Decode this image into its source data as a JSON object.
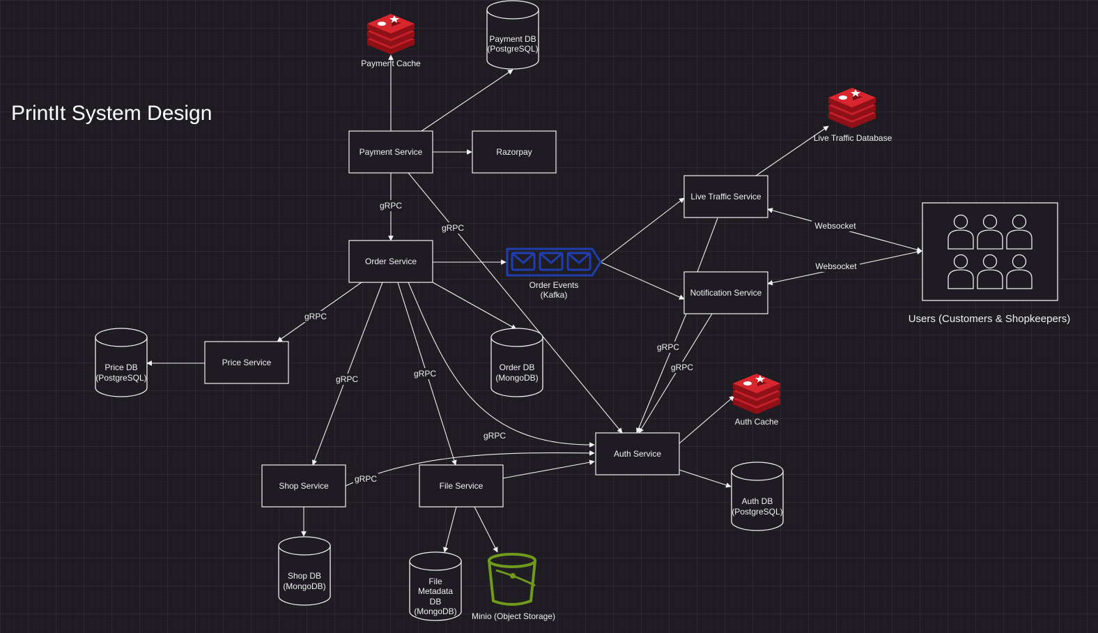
{
  "title": "PrintIt System Design",
  "colors": {
    "background": "#1e1b22",
    "line": "#f2f2f2",
    "redis": "#c8202a",
    "kafka": "#1f3fb0",
    "minio": "#6f9a1c"
  },
  "services": {
    "payment": "Payment Service",
    "razorpay": "Razorpay",
    "order": "Order Service",
    "price": "Price Service",
    "shop": "Shop Service",
    "file": "File Service",
    "auth": "Auth Service",
    "live_traffic": "Live Traffic Service",
    "notification": "Notification Service"
  },
  "databases": {
    "payment_db": [
      "Payment DB",
      "(PostgreSQL)"
    ],
    "price_db": [
      "Price DB",
      "(PostgreSQL)"
    ],
    "order_db": [
      "Order DB",
      "(MongoDB)"
    ],
    "shop_db": [
      "Shop DB",
      "(MongoDB)"
    ],
    "file_db": [
      "File",
      "Metadata",
      "DB",
      "(MongoDB)"
    ],
    "auth_db": [
      "Auth DB",
      "(PostgreSQL)"
    ]
  },
  "caches": {
    "payment_cache": "Payment Cache",
    "live_traffic_db": "Live Traffic Database",
    "auth_cache": "Auth Cache"
  },
  "queue": [
    "Order Events",
    "(Kafka)"
  ],
  "object_storage": "Minio (Object Storage)",
  "users": "Users (Customers & Shopkeepers)",
  "edge_labels": {
    "grpc": "gRPC",
    "websocket": "Websocket"
  }
}
